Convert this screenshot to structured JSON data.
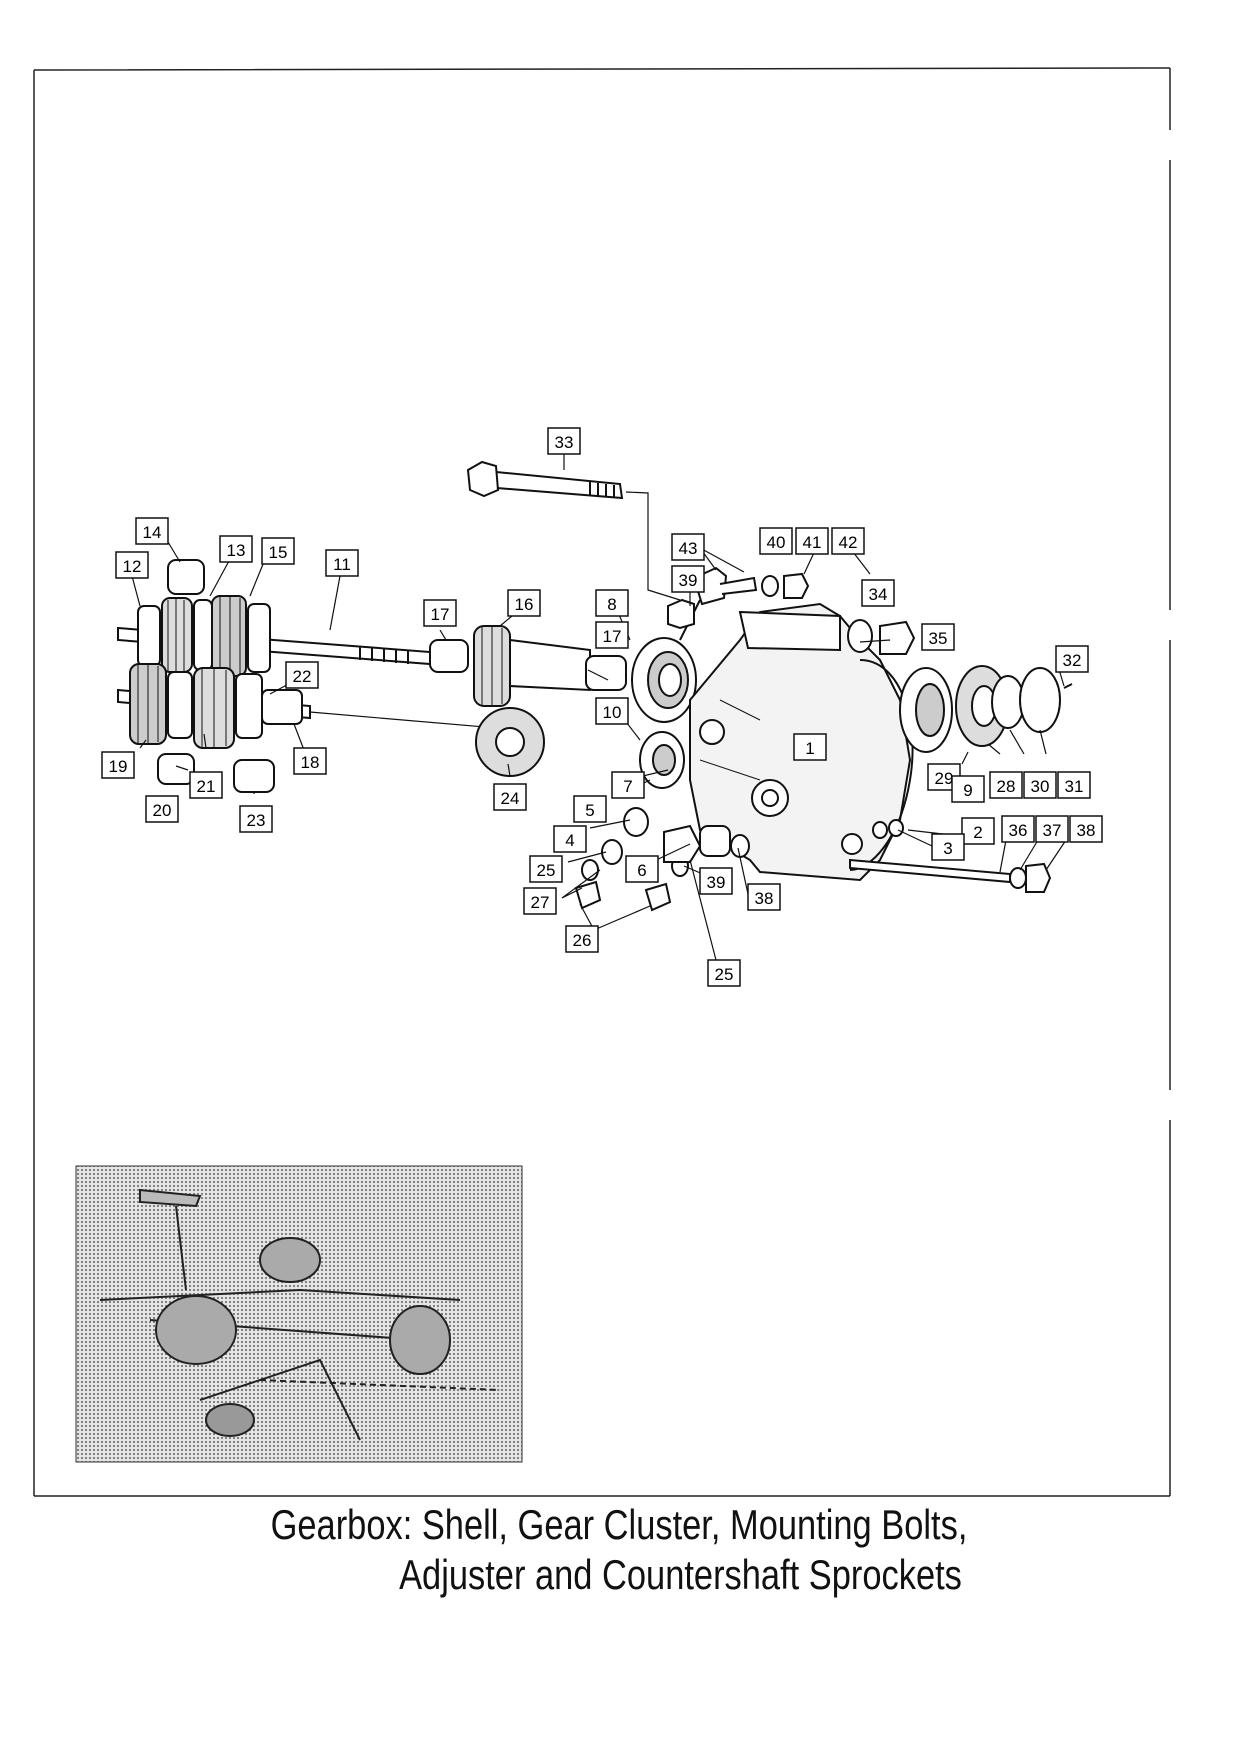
{
  "title": {
    "line1": "Gearbox: Shell, Gear Cluster, Mounting Bolts,",
    "line2": "Adjuster and Countershaft Sprockets"
  },
  "callouts": [
    {
      "id": "c33",
      "label": "33"
    },
    {
      "id": "c43",
      "label": "43"
    },
    {
      "id": "c40",
      "label": "40"
    },
    {
      "id": "c41",
      "label": "41"
    },
    {
      "id": "c42",
      "label": "42"
    },
    {
      "id": "c39a",
      "label": "39"
    },
    {
      "id": "c14",
      "label": "14"
    },
    {
      "id": "c13",
      "label": "13"
    },
    {
      "id": "c15",
      "label": "15"
    },
    {
      "id": "c12",
      "label": "12"
    },
    {
      "id": "c11",
      "label": "11"
    },
    {
      "id": "c17a",
      "label": "17"
    },
    {
      "id": "c16",
      "label": "16"
    },
    {
      "id": "c8",
      "label": "8"
    },
    {
      "id": "c17b",
      "label": "17"
    },
    {
      "id": "c34",
      "label": "34"
    },
    {
      "id": "c35",
      "label": "35"
    },
    {
      "id": "c32",
      "label": "32"
    },
    {
      "id": "c22",
      "label": "22"
    },
    {
      "id": "c10",
      "label": "10"
    },
    {
      "id": "c1",
      "label": "1"
    },
    {
      "id": "c19",
      "label": "19"
    },
    {
      "id": "c18",
      "label": "18"
    },
    {
      "id": "c21",
      "label": "21"
    },
    {
      "id": "c24",
      "label": "24"
    },
    {
      "id": "c7",
      "label": "7"
    },
    {
      "id": "c29",
      "label": "29"
    },
    {
      "id": "c9",
      "label": "9"
    },
    {
      "id": "c28",
      "label": "28"
    },
    {
      "id": "c30",
      "label": "30"
    },
    {
      "id": "c31",
      "label": "31"
    },
    {
      "id": "c20",
      "label": "20"
    },
    {
      "id": "c23",
      "label": "23"
    },
    {
      "id": "c5",
      "label": "5"
    },
    {
      "id": "c2",
      "label": "2"
    },
    {
      "id": "c36",
      "label": "36"
    },
    {
      "id": "c37",
      "label": "37"
    },
    {
      "id": "c38a",
      "label": "38"
    },
    {
      "id": "c4",
      "label": "4"
    },
    {
      "id": "c3",
      "label": "3"
    },
    {
      "id": "c25a",
      "label": "25"
    },
    {
      "id": "c6",
      "label": "6"
    },
    {
      "id": "c27",
      "label": "27"
    },
    {
      "id": "c39b",
      "label": "39"
    },
    {
      "id": "c38b",
      "label": "38"
    },
    {
      "id": "c26",
      "label": "26"
    },
    {
      "id": "c25b",
      "label": "25"
    }
  ]
}
